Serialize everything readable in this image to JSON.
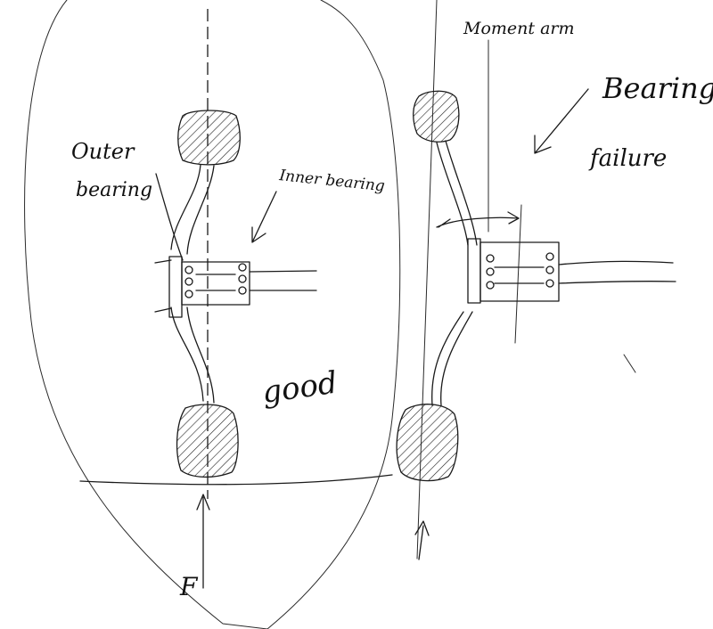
{
  "labels": {
    "outer_bearing_line1": "Outer",
    "outer_bearing_line2": "bearing",
    "inner_bearing": "Inner bearing",
    "good": "good",
    "moment_arm": "Moment arm",
    "bearing_failure_line1": "Bearing",
    "bearing_failure_line2": "failure",
    "force": "F"
  }
}
